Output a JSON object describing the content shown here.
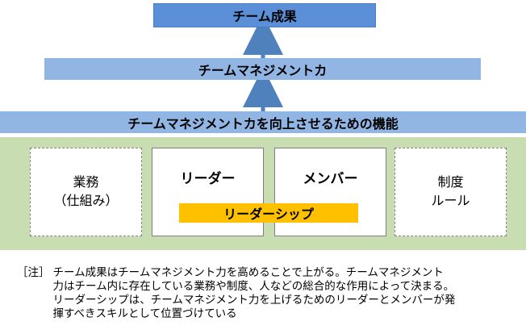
{
  "diagram": {
    "top": {
      "label": "チーム成果"
    },
    "middle": {
      "label": "チームマネジメントカ"
    },
    "function_bar": {
      "label": "チームマネジメントカを向上させるための機能"
    },
    "boxes": {
      "gyomu": {
        "line1": "業務",
        "line2": "（仕組み）"
      },
      "leader": {
        "label": "リーダー"
      },
      "member": {
        "label": "メンバー"
      },
      "seido": {
        "line1": "制度",
        "line2": "ルール"
      }
    },
    "leadership": {
      "label": "リーダーシップ"
    }
  },
  "note": {
    "tag": "［注］",
    "text": "チーム成果はチームマネジメント力を高めることで上がる。チームマネジメント\n力はチーム内に存在している業務や制度、人などの総合的な作用によって決まる。\nリーダーシップは、チームマネジメント力を上げるためのリーダーとメンバーが発\n揮すべきスキルとして位置づけている"
  },
  "colors": {
    "top_box": "#5b8fd8",
    "bars": "#92b6e4",
    "arrow": "#4f81bd",
    "panel": "#c8ddb2",
    "leadership": "#ffc000"
  }
}
